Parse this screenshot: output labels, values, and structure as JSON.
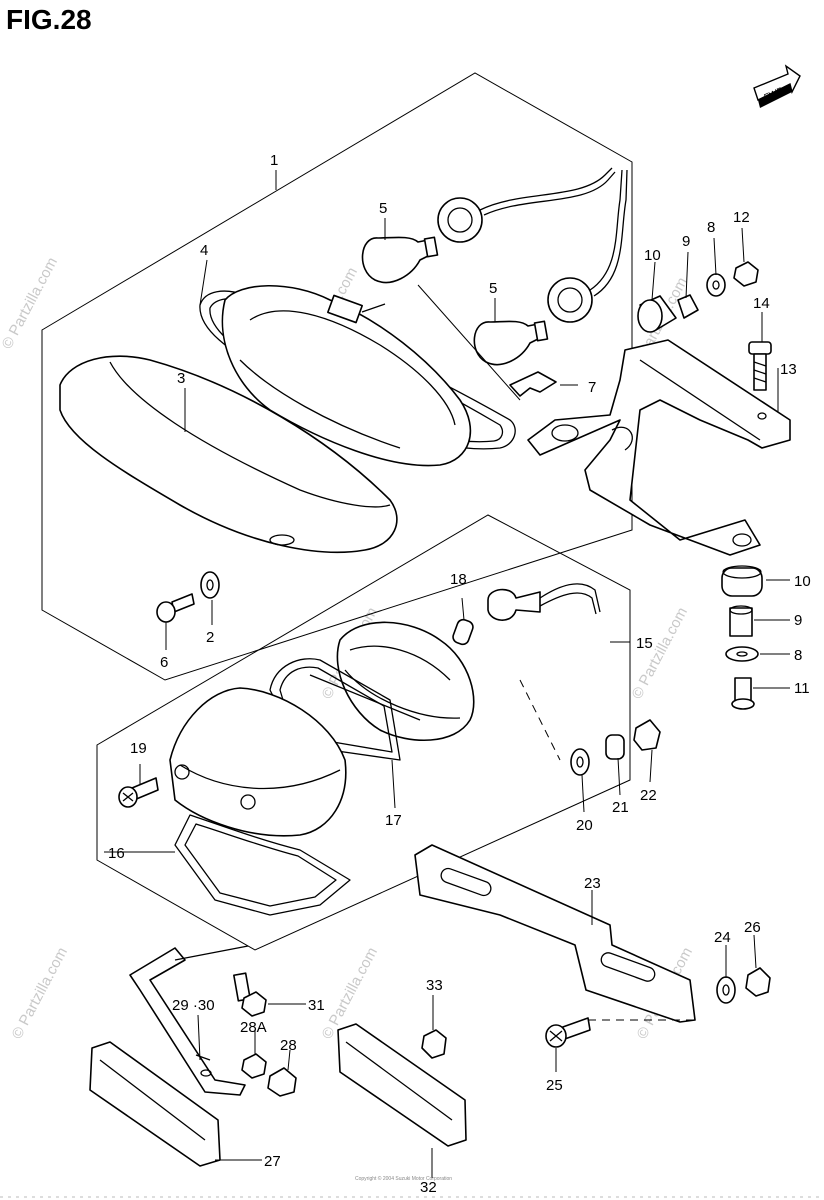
{
  "figure": {
    "title": "FIG.28"
  },
  "fwd_label": "FWD",
  "watermark": "© Partzilla.com",
  "footer_fine": "Copyright © 2004 Suzuki Motor Corporation",
  "callouts": {
    "c1": "1",
    "c2": "2",
    "c3": "3",
    "c4": "4",
    "c5a": "5",
    "c5b": "5",
    "c6": "6",
    "c7": "7",
    "c8a": "8",
    "c8b": "8",
    "c9a": "9",
    "c9b": "9",
    "c10a": "10",
    "c10b": "10",
    "c11": "11",
    "c12": "12",
    "c13": "13",
    "c14": "14",
    "c15": "15",
    "c16": "16",
    "c17": "17",
    "c18": "18",
    "c19": "19",
    "c20": "20",
    "c21": "21",
    "c22": "22",
    "c23": "23",
    "c24": "24",
    "c25": "25",
    "c26": "26",
    "c27": "27",
    "c28": "28",
    "c28a": "28A",
    "c2930": "29 ·30",
    "c31": "31",
    "c32": "32",
    "c33": "33"
  }
}
